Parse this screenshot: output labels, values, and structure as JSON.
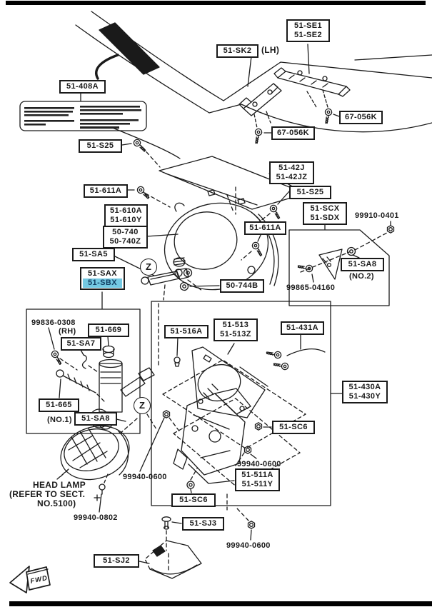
{
  "colors": {
    "ink": "#1a1a1a",
    "paper": "#ffffff",
    "highlight_bg": "#74c9e3",
    "highlight_text": "#123f63"
  },
  "selection": {
    "selected_part": "51-SBX"
  },
  "labels": {
    "p408a": "51-408A",
    "se1": "51-SE1",
    "se2": "51-SE2",
    "sk2": "51-SK2",
    "lh_note": "(LH)",
    "k056": "67-056K",
    "s25": "51-S25",
    "p42j": "51-42J",
    "p42jz": "51-42JZ",
    "p611a": "51-611A",
    "p610a": "51-610A",
    "p610y": "51-610Y",
    "p740": "50-740",
    "p740z": "50-740Z",
    "scx": "51-SCX",
    "sdx": "51-SDX",
    "n99910": "99910-0401",
    "sa8": "51-SA8",
    "no2_note": "(NO.2)",
    "n99865": "99865-04160",
    "sa5": "51-SA5",
    "sax": "51-SAX",
    "sbx": "51-SBX",
    "p744b": "50-744B",
    "n99836": "99836-0308",
    "rh_note": "(RH)",
    "p669": "51-669",
    "sa7": "51-SA7",
    "p665": "51-665",
    "no1_note": "(NO.1)",
    "p516a": "51-516A",
    "p513": "51-513",
    "p513z": "51-513Z",
    "p431a": "51-431A",
    "p430a": "51-430A",
    "p430y": "51-430Y",
    "sc6": "51-SC6",
    "n99940": "99940-0600",
    "p511a": "51-511A",
    "p511y": "51-511Y",
    "n99940_0802": "99940-0802",
    "sj3": "51-SJ3",
    "sj2": "51-SJ2",
    "z_marker": "Z",
    "fwd": "FWD"
  },
  "notes": {
    "headlamp_1": "HEAD LAMP",
    "headlamp_2": "(REFER TO SECT.",
    "headlamp_3": "NO.5100)"
  }
}
